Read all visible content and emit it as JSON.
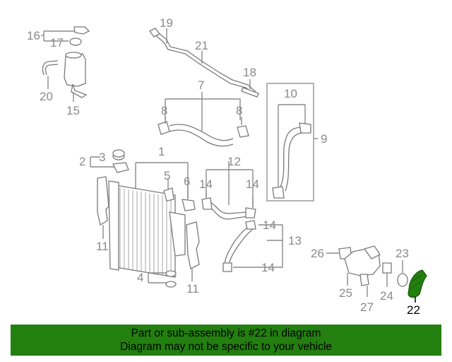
{
  "diagram": {
    "callouts": [
      "16",
      "17",
      "19",
      "21",
      "18",
      "20",
      "15",
      "7",
      "10",
      "8",
      "8",
      "9",
      "2",
      "3",
      "1",
      "12",
      "5",
      "6",
      "14",
      "14",
      "14",
      "13",
      "14",
      "11",
      "11",
      "4",
      "26",
      "23",
      "25",
      "24",
      "27",
      "22"
    ],
    "highlight_part": "22"
  },
  "banner": {
    "line1": "Part or sub-assembly is #22 in diagram",
    "line2": "Diagram may not be specific to your vehicle"
  },
  "colors": {
    "banner": "#237f0f",
    "highlight_part": "#237f0f",
    "label": "#8a8a8a"
  }
}
